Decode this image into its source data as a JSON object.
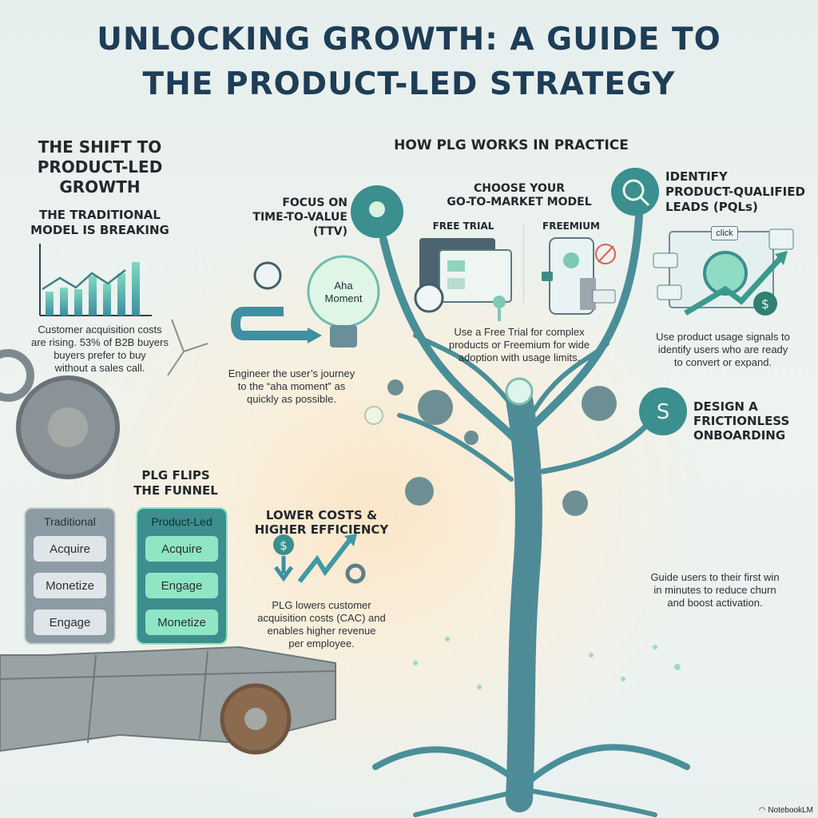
{
  "title": {
    "line1": "UNLOCKING GROWTH: A GUIDE TO",
    "line2": "THE PRODUCT-LED STRATEGY"
  },
  "left": {
    "heading": [
      "THE SHIFT TO",
      "PRODUCT-LED",
      "GROWTH"
    ],
    "subheading": [
      "THE TRADITIONAL",
      "MODEL IS BREAKING"
    ],
    "caption": [
      "Customer acquisition costs",
      "are rising. 53% of B2B buyers",
      "buyers prefer to buy",
      "without a sales call."
    ],
    "funnel": {
      "heading": [
        "PLG FLIPS",
        "THE FUNNEL"
      ],
      "traditional": {
        "label": "Traditional",
        "steps": [
          "Acquire",
          "Monetize",
          "Engage"
        ]
      },
      "product_led": {
        "label": "Product-Led",
        "steps": [
          "Acquire",
          "Engage",
          "Monetize"
        ]
      }
    }
  },
  "practice": {
    "heading": "HOW PLG WORKS IN PRACTICE",
    "ttv": {
      "heading": [
        "FOCUS ON",
        "TIME-TO-VALUE",
        "(TTV)"
      ],
      "bulb_label": [
        "Aha",
        "Moment"
      ],
      "caption": [
        "Engineer the user’s journey",
        "to the “aha moment” as",
        "quickly as possible."
      ]
    },
    "gtm": {
      "heading": [
        "CHOOSE YOUR",
        "GO-TO-MARKET MODEL"
      ],
      "options": [
        "FREE TRIAL",
        "FREEMIUM"
      ],
      "caption": [
        "Use a Free Trial for complex",
        "products or Freemium for wide",
        "adoption with usage limits."
      ]
    },
    "pql": {
      "heading": [
        "IDENTIFY",
        "PRODUCT-QUALIFIED",
        "LEADS (PQLs)"
      ],
      "click_label": "click",
      "caption": [
        "Use product usage signals to",
        "identify users who are ready",
        "to convert or expand."
      ]
    },
    "onboarding": {
      "heading": [
        "DESIGN A",
        "FRICTIONLESS",
        "ONBOARDING"
      ],
      "caption": [
        "Guide users to their first win",
        "in minutes to reduce churn",
        "and boost activation."
      ]
    },
    "costs": {
      "heading": [
        "LOWER COSTS &",
        "HIGHER EFFICIENCY"
      ],
      "caption": [
        "PLG lowers customer",
        "acquisition costs (CAC) and",
        "enables higher revenue",
        "per employee."
      ]
    }
  },
  "brand": "NotebookLM",
  "colors": {
    "title": "#1e3d56",
    "teal": "#3a9f9a",
    "mint": "#7fd8c0",
    "slate": "#8a9ba4"
  }
}
